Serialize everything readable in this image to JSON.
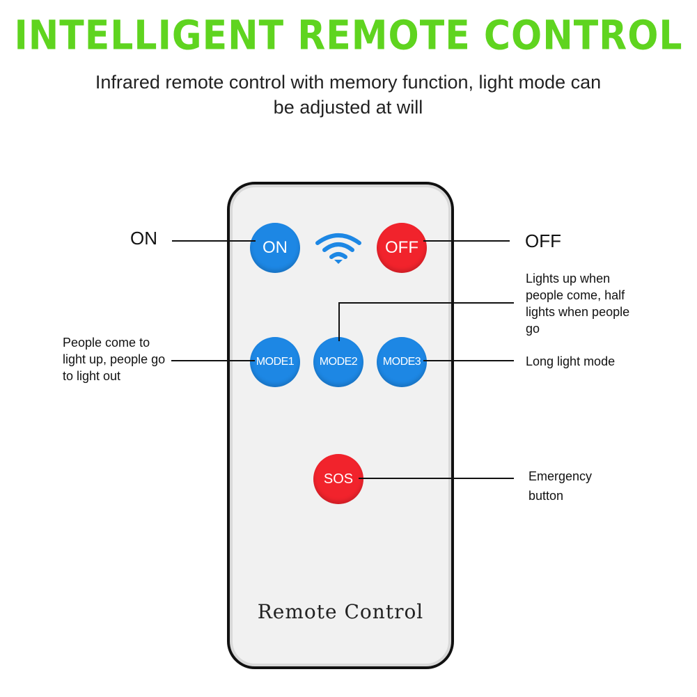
{
  "headline": "INTELLIGENT REMOTE CONTROL",
  "subtitle": "Infrared remote control with memory function, light mode can be adjusted at will",
  "colors": {
    "headline": "#5fd41f",
    "button_blue": "#1d87e4",
    "button_red": "#f1232c",
    "remote_body": "#f1f1f1"
  },
  "remote": {
    "label": "Remote Control",
    "signal_icon": "wifi-signal-icon",
    "buttons": {
      "on": "ON",
      "off": "OFF",
      "mode1": "MODE1",
      "mode2": "MODE2",
      "mode3": "MODE3",
      "sos": "SOS"
    }
  },
  "callouts": {
    "on": "ON",
    "off": "OFF",
    "mode1": "People come to light up, people go to light out",
    "mode2": "Lights up when people come, half lights when people go",
    "mode3": "Long light mode",
    "sos": "Emergency button"
  }
}
